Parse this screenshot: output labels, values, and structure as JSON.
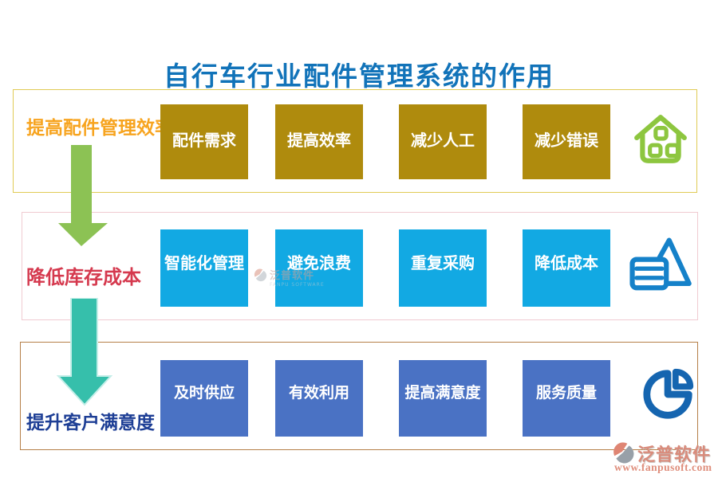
{
  "title": "自行车行业配件管理系统的作用",
  "title_color": "#1173B9",
  "rows": [
    {
      "label": "提高配件管理效率",
      "label_color": "#F7A41F",
      "frame_border_color": "#E0CB55",
      "box_color": "#AF8B0D",
      "icon": "home-icon",
      "icon_color": "#8DC63F",
      "boxes": [
        "配件需求",
        "提高效率",
        "减少人工",
        "减少错误"
      ]
    },
    {
      "label": "降低库存成本",
      "label_color": "#D5394E",
      "frame_border_color": "#F0CBD1",
      "box_color": "#12A9E3",
      "icon": "pyramid-list-icon",
      "icon_color": "#1581C9",
      "boxes": [
        "智能化管理",
        "避免浪费",
        "重复采购",
        "降低成本"
      ]
    },
    {
      "label": "提升客户满意度",
      "label_color": "#1D3E95",
      "frame_border_color": "#B57F48",
      "box_color": "#4A72C4",
      "icon": "pie-chart-icon",
      "icon_color": "#1565B0",
      "boxes": [
        "及时供应",
        "有效利用",
        "提高满意度",
        "服务质量"
      ]
    }
  ],
  "arrows": [
    {
      "name": "arrow-row1-to-row2",
      "color": "#8CC254"
    },
    {
      "name": "arrow-row2-to-row3",
      "color": "#36BFAB"
    }
  ],
  "watermark": {
    "text": "泛普软件",
    "subtext": "FANPU SOFTWARE"
  },
  "footer": {
    "brand": "泛普软件",
    "url": "www.fanpusoft.com"
  }
}
